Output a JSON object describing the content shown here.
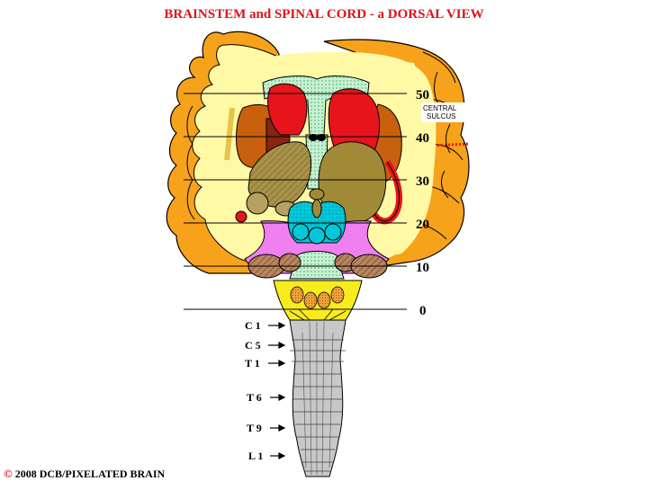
{
  "title": "BRAINSTEM and SPINAL CORD  - a DORSAL VIEW",
  "level_labels": [
    "50",
    "40",
    "30",
    "20",
    "10",
    "0"
  ],
  "sulcus_label": {
    "line1": "CENTRAL",
    "line2": "SULCUS"
  },
  "segment_labels": [
    "C 1",
    "C 5",
    "T 1",
    "T 6",
    "T 9",
    "L 1"
  ],
  "copyright": {
    "symbol": "©",
    "text": "2008  DCB/PIXELATED BRAIN"
  },
  "colors": {
    "cortex": "#f7a21b",
    "white_matter": "#fff9a6",
    "thalamus_red": "#e8141c",
    "caudate_brown": "#c8600d",
    "pulvinar_olive": "#a08a38",
    "colliculi_cyan": "#00c8d8",
    "pons_pink": "#f080f0",
    "cerebellar_peduncle": "#b07850",
    "medulla_yellow": "#f8ec1c",
    "spinal_cord_gray": "#c8c8c8",
    "dotted_green": "#b8f0c8"
  }
}
